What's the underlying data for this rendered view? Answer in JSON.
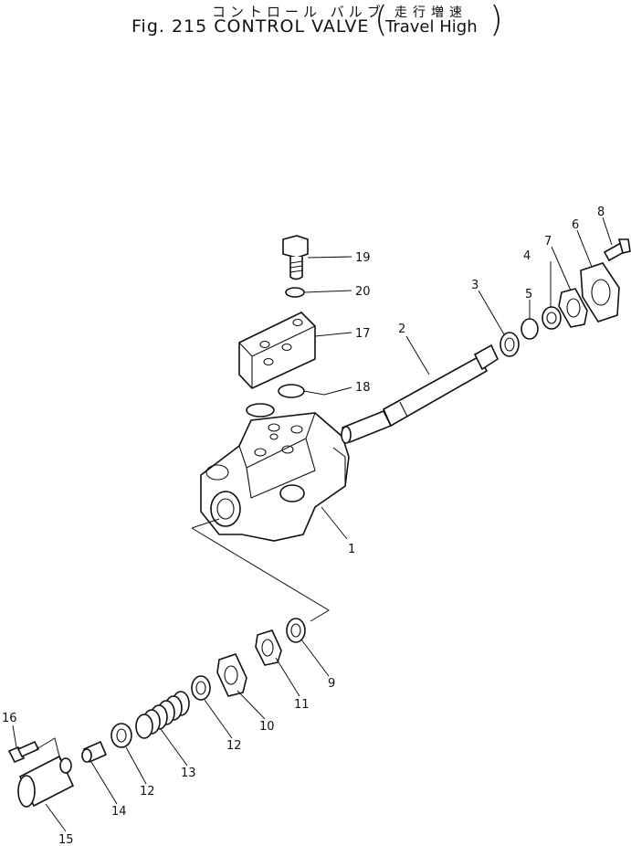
{
  "title": {
    "japanese": "コントロール バルブ",
    "english": "Fig. 215 CONTROL VALVE",
    "subtitle_japanese": "走行増速",
    "subtitle_english": "Travel High"
  },
  "callouts": [
    {
      "id": "c1",
      "label": "1"
    },
    {
      "id": "c2",
      "label": "2"
    },
    {
      "id": "c3",
      "label": "3"
    },
    {
      "id": "c4",
      "label": "4"
    },
    {
      "id": "c5",
      "label": "5"
    },
    {
      "id": "c6",
      "label": "6"
    },
    {
      "id": "c7",
      "label": "7"
    },
    {
      "id": "c8",
      "label": "8"
    },
    {
      "id": "c9",
      "label": "9"
    },
    {
      "id": "c10",
      "label": "10"
    },
    {
      "id": "c11",
      "label": "11"
    },
    {
      "id": "c12a",
      "label": "12"
    },
    {
      "id": "c12b",
      "label": "12"
    },
    {
      "id": "c13",
      "label": "13"
    },
    {
      "id": "c14",
      "label": "14"
    },
    {
      "id": "c15",
      "label": "15"
    },
    {
      "id": "c16",
      "label": "16"
    },
    {
      "id": "c17",
      "label": "17"
    },
    {
      "id": "c18",
      "label": "18"
    },
    {
      "id": "c19",
      "label": "19"
    },
    {
      "id": "c20",
      "label": "20"
    }
  ]
}
